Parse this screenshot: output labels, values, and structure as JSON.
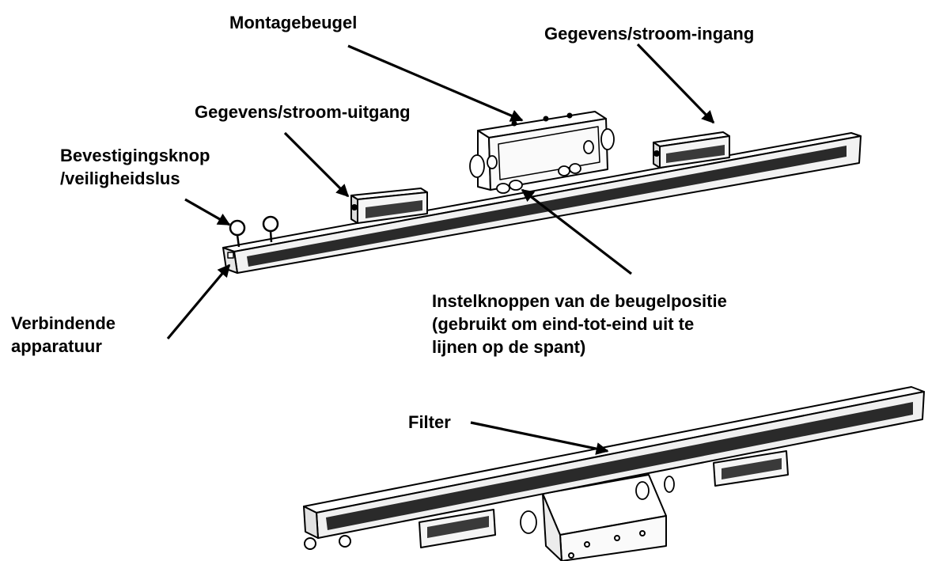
{
  "labels": {
    "mounting_bracket": "Montagebeugel",
    "data_power_in": "Gegevens/stroom-ingang",
    "data_power_out": "Gegevens/stroom-uitgang",
    "safety_knob_line1": "Bevestigingsknop",
    "safety_knob_line2": "/veiligheidslus",
    "linking_line1": "Verbindende",
    "linking_line2": "apparatuur",
    "adjust_line1": "Instelknoppen van de beugelpositie",
    "adjust_line2": "(gebruikt om eind-tot-eind uit te",
    "adjust_line3": "lijnen op de spant)",
    "filter": "Filter"
  },
  "colors": {
    "ink": "#000000",
    "fixture_body": "#ffffff",
    "lens_strip": "#2a2a2a"
  }
}
